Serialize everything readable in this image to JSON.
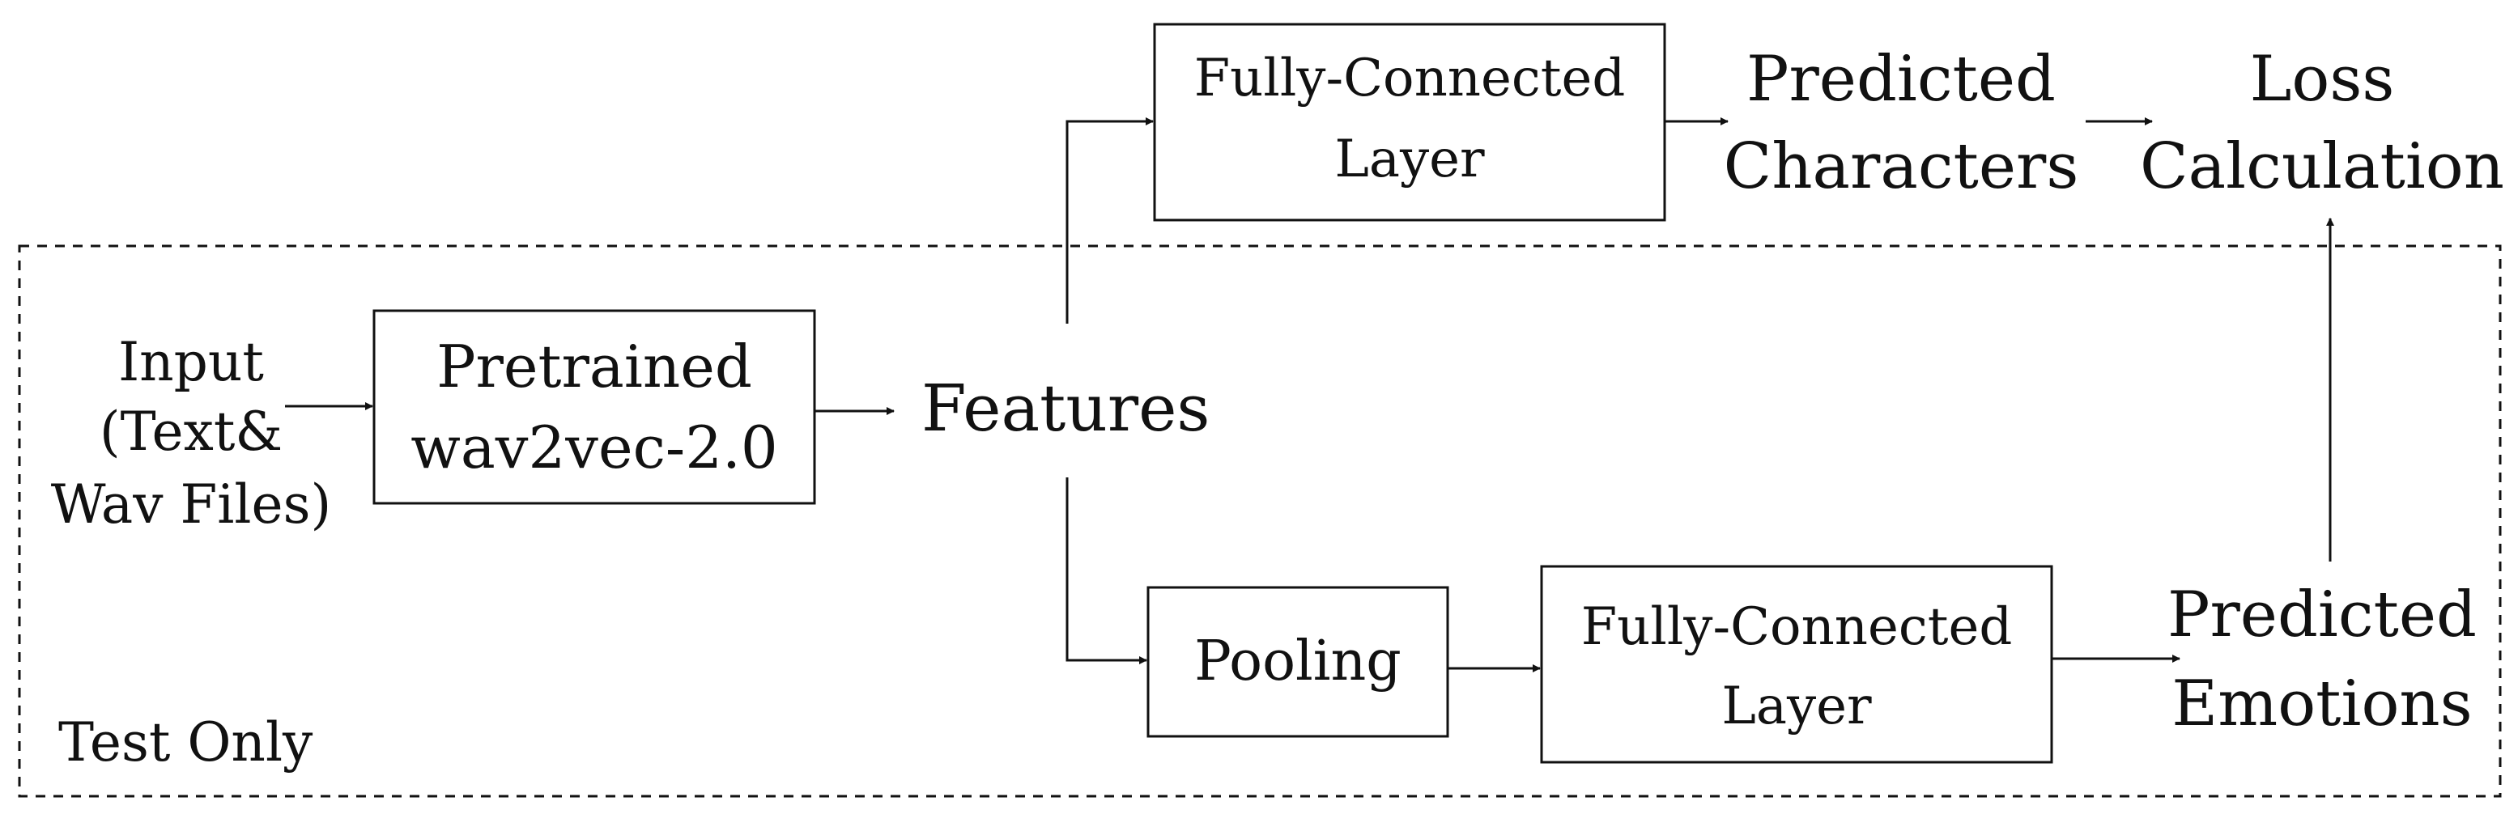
{
  "diagram": {
    "input_label": [
      "Input",
      "(Text&",
      "Wav Files)"
    ],
    "pretrained_box": [
      "Pretrained",
      "wav2vec-2.0"
    ],
    "features_label": "Features",
    "fc_top_box": [
      "Fully-Connected",
      "Layer"
    ],
    "pred_chars_label": [
      "Predicted",
      "Characters"
    ],
    "loss_label": [
      "Loss",
      "Calculation"
    ],
    "pooling_box": "Pooling",
    "fc_bottom_box": [
      "Fully-Connected",
      "Layer"
    ],
    "pred_emotions_label": [
      "Predicted",
      "Emotions"
    ],
    "region_label": "Test Only"
  }
}
